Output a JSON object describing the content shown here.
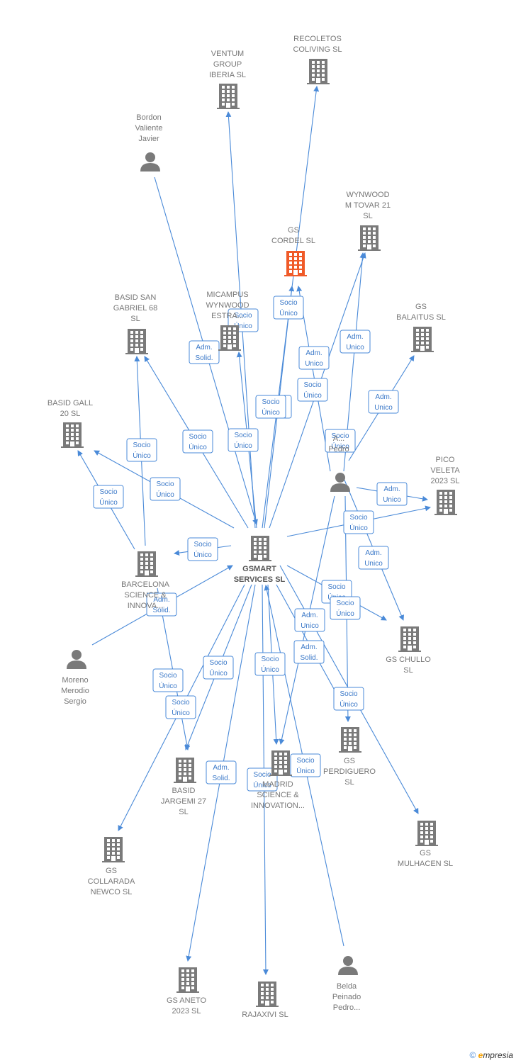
{
  "colors": {
    "edge": "#4a8ad8",
    "node": "#7a7a7a",
    "highlight": "#f05a28",
    "edge_label_text": "#3a78c8"
  },
  "nodes": [
    {
      "id": "gsmart",
      "type": "company",
      "label": [
        "GSMART",
        "SERVICES  SL"
      ],
      "main": true
    },
    {
      "id": "gscordel",
      "type": "company",
      "label": [
        "GS",
        "CORDEL  SL"
      ],
      "highlight": true
    },
    {
      "id": "recoletos",
      "type": "company",
      "label": [
        "RECOLETOS",
        "COLIVING  SL"
      ]
    },
    {
      "id": "ventum",
      "type": "company",
      "label": [
        "VENTUM",
        "GROUP",
        "IBERIA  SL"
      ]
    },
    {
      "id": "bordon",
      "type": "person",
      "label": [
        "Bordon",
        "Valiente",
        "Javier"
      ]
    },
    {
      "id": "wynwood",
      "type": "company",
      "label": [
        "WYNWOOD",
        "M TOVAR 21",
        "SL"
      ]
    },
    {
      "id": "micampus",
      "type": "company",
      "label": [
        "MICAMPUS",
        "WYNWOOD",
        "ESTRA..."
      ]
    },
    {
      "id": "basidsangabriel",
      "type": "company",
      "label": [
        "BASID SAN",
        "GABRIEL 68",
        "SL"
      ]
    },
    {
      "id": "gsbalaitus",
      "type": "company",
      "label": [
        "GS",
        "BALAITUS  SL"
      ]
    },
    {
      "id": "basidgall",
      "type": "company",
      "label": [
        "BASID GALL",
        "20  SL"
      ]
    },
    {
      "id": "pedro",
      "type": "person",
      "label": [
        "A...",
        "Pedro"
      ]
    },
    {
      "id": "picoveleta",
      "type": "company",
      "label": [
        "PICO",
        "VELETA",
        "2023  SL"
      ]
    },
    {
      "id": "barcelona",
      "type": "company",
      "label": [
        "BARCELONA",
        "SCIENCE &",
        "INNOVA..."
      ]
    },
    {
      "id": "moreno",
      "type": "person",
      "label": [
        "Moreno",
        "Merodio",
        "Sergio"
      ]
    },
    {
      "id": "gschullo",
      "type": "company",
      "label": [
        "GS CHULLO",
        "SL"
      ]
    },
    {
      "id": "basidjargemi",
      "type": "company",
      "label": [
        "BASID",
        "JARGEMI 27",
        "SL"
      ]
    },
    {
      "id": "madrid",
      "type": "company",
      "label": [
        "MADRID",
        "SCIENCE &",
        "INNOVATION..."
      ]
    },
    {
      "id": "gsperdiguero",
      "type": "company",
      "label": [
        "GS",
        "PERDIGUERO",
        "SL"
      ]
    },
    {
      "id": "gscollarada",
      "type": "company",
      "label": [
        "GS",
        "COLLARADA",
        "NEWCO  SL"
      ]
    },
    {
      "id": "gsmulhacen",
      "type": "company",
      "label": [
        "GS",
        "MULHACEN  SL"
      ]
    },
    {
      "id": "gsaneto",
      "type": "company",
      "label": [
        "GS ANETO",
        "2023  SL"
      ]
    },
    {
      "id": "rajaxivi",
      "type": "company",
      "label": [
        "RAJAXIVI  SL"
      ]
    },
    {
      "id": "belda",
      "type": "person",
      "label": [
        "Belda",
        "Peinado",
        "Pedro..."
      ]
    }
  ],
  "edges": [
    {
      "from": "gsmart",
      "to": "ventum"
    },
    {
      "from": "gsmart",
      "to": "recoletos"
    },
    {
      "from": "gsmart",
      "to": "gscordel"
    },
    {
      "from": "gsmart",
      "to": "wynwood"
    },
    {
      "from": "gsmart",
      "to": "micampus"
    },
    {
      "from": "gsmart",
      "to": "basidsangabriel"
    },
    {
      "from": "gsmart",
      "to": "basidgall"
    },
    {
      "from": "gsmart",
      "to": "barcelona"
    },
    {
      "from": "gsmart",
      "to": "picoveleta"
    },
    {
      "from": "gsmart",
      "to": "gschullo"
    },
    {
      "from": "gsmart",
      "to": "gsperdiguero"
    },
    {
      "from": "gsmart",
      "to": "gsmulhacen"
    },
    {
      "from": "gsmart",
      "to": "madrid"
    },
    {
      "from": "gsmart",
      "to": "basidjargemi"
    },
    {
      "from": "gsmart",
      "to": "gscollarada"
    },
    {
      "from": "gsmart",
      "to": "gsaneto"
    },
    {
      "from": "gsmart",
      "to": "rajaxivi"
    },
    {
      "from": "bordon",
      "to": "gsmart"
    },
    {
      "from": "moreno",
      "to": "gsmart"
    },
    {
      "from": "belda",
      "to": "gsmart"
    },
    {
      "from": "pedro",
      "to": "gscordel"
    },
    {
      "from": "pedro",
      "to": "wynwood"
    },
    {
      "from": "pedro",
      "to": "gsbalaitus"
    },
    {
      "from": "pedro",
      "to": "picoveleta"
    },
    {
      "from": "pedro",
      "to": "gschullo"
    },
    {
      "from": "pedro",
      "to": "gsperdiguero"
    },
    {
      "from": "pedro",
      "to": "madrid"
    },
    {
      "from": "barcelona",
      "to": "basidsangabriel"
    },
    {
      "from": "barcelona",
      "to": "basidgall"
    },
    {
      "from": "barcelona",
      "to": "basidjargemi"
    }
  ],
  "edge_labels": [
    [
      "Socio",
      "Único"
    ],
    [
      "Adm.",
      "Solid."
    ],
    [
      "Socio",
      "Único"
    ],
    [
      "Adm.",
      "Unico"
    ],
    [
      "Adm.",
      "Unico"
    ],
    [
      "Socio",
      "Único"
    ],
    [
      "Socio",
      "Único"
    ],
    [
      "Adm.",
      "Unico"
    ],
    [
      "Socio",
      "Único"
    ],
    [
      "Socio",
      "Único"
    ],
    [
      "Socio",
      "Único"
    ],
    [
      "Socio",
      "Único"
    ],
    [
      "Socio",
      "Único"
    ],
    [
      "Socio",
      "Único"
    ],
    [
      "Adm.",
      "Unico"
    ],
    [
      "Socio",
      "Único"
    ],
    [
      "Socio",
      "Único"
    ],
    [
      "Adm.",
      "Unico"
    ],
    [
      "Socio",
      "Único"
    ],
    [
      "Adm.",
      "Solid."
    ],
    [
      "Socio",
      "Único"
    ],
    [
      "Adm.",
      "Unico"
    ],
    [
      "Adm.",
      "Solid."
    ],
    [
      "Socio",
      "Único"
    ],
    [
      "Socio",
      "Único"
    ],
    [
      "Socio",
      "Único"
    ],
    [
      "Socio",
      "Único"
    ],
    [
      "Socio",
      "Único"
    ],
    [
      "Socio",
      "Único"
    ],
    [
      "Adm.",
      "Solid."
    ],
    [
      "Socio",
      "Único"
    ],
    [
      "Socio",
      "Único"
    ]
  ],
  "footer": {
    "copyright": "©",
    "brand": "mpresia",
    "brand_initial": "e"
  }
}
